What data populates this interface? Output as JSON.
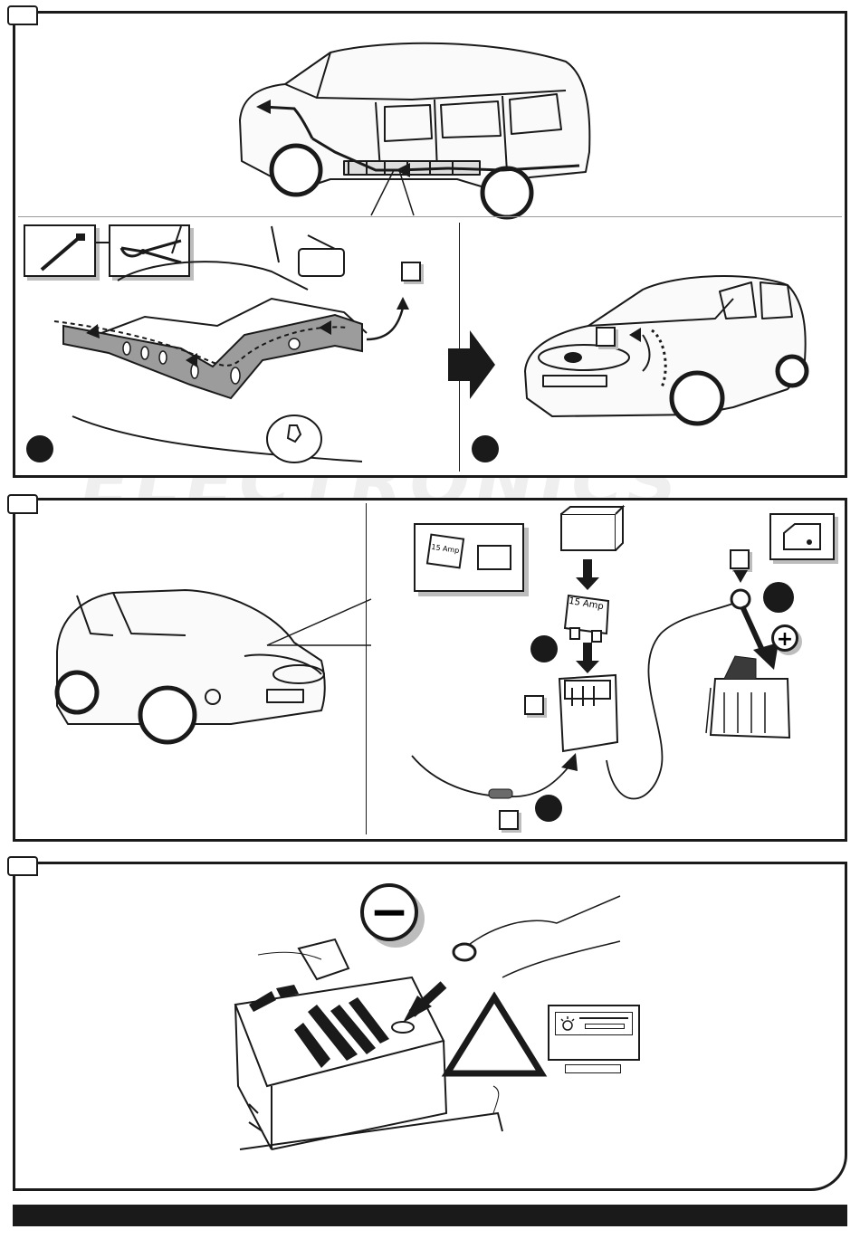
{
  "watermarks": {
    "brand_top": "ELECTRONICS",
    "brand_bottom": "ELECTRONICS"
  },
  "fuse": {
    "label_small": "15 Amp",
    "label_large": "15 Amp"
  },
  "battery": {
    "positive_symbol": "+",
    "negative_symbol": "−"
  },
  "colors": {
    "ink": "#1a1a1a",
    "shade": "#bdbdbd",
    "watermark": "#efefef"
  }
}
